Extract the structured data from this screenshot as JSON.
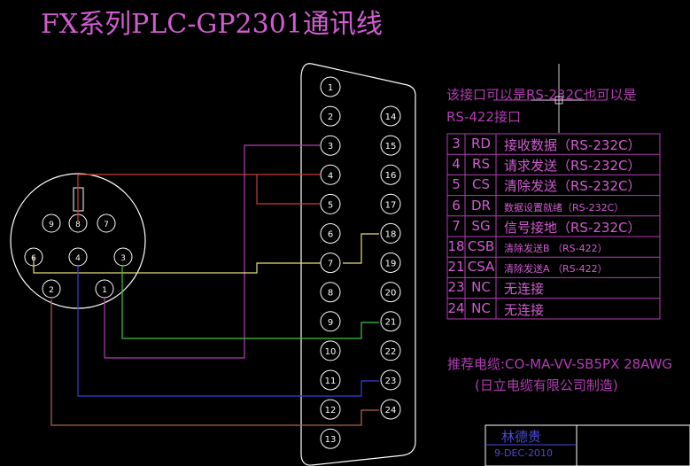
{
  "title": "FX系列PLC-GP2301通讯线",
  "description": {
    "line1": "该接口可以是RS-232C也可以是",
    "line2": "RS-422接口"
  },
  "signal_table": [
    {
      "pin": "3",
      "signal": "RD",
      "desc": "接收数据（RS-232C）",
      "small": false
    },
    {
      "pin": "4",
      "signal": "RS",
      "desc": "请求发送（RS-232C）",
      "small": false
    },
    {
      "pin": "5",
      "signal": "CS",
      "desc": "清除发送（RS-232C）",
      "small": false
    },
    {
      "pin": "6",
      "signal": "DR",
      "desc": "数据设置就绪（RS-232C）",
      "small": true
    },
    {
      "pin": "7",
      "signal": "SG",
      "desc": "信号接地（RS-232C）",
      "small": false
    },
    {
      "pin": "18",
      "signal": "CSB",
      "desc": "清除发送B （RS-422）",
      "small": true
    },
    {
      "pin": "21",
      "signal": "CSA",
      "desc": "清除发送A （RS-422）",
      "small": true
    },
    {
      "pin": "23",
      "signal": "NC",
      "desc": "无连接",
      "small": false
    },
    {
      "pin": "24",
      "signal": "NC",
      "desc": "无连接",
      "small": false
    }
  ],
  "recommendation": {
    "line1": "推荐电缆:CO-MA-VV-SB5PX 28AWG",
    "line2": "(日立电缆有限公司制造)"
  },
  "title_block": {
    "name": "林德贵",
    "date": "9-DEC-2010"
  },
  "db25_pins": {
    "left": [
      "1",
      "2",
      "3",
      "4",
      "5",
      "6",
      "7",
      "8",
      "9",
      "10",
      "11",
      "12",
      "13"
    ],
    "right": [
      "14",
      "15",
      "16",
      "17",
      "18",
      "19",
      "20",
      "21",
      "22",
      "23",
      "24"
    ]
  },
  "din8_pins": [
    "9",
    "8",
    "7",
    "6",
    "4",
    "3",
    "2",
    "1"
  ],
  "colors": {
    "background": "#000000",
    "title": "#d15cd1",
    "outline": "#ffffff",
    "wire_red": "#c83c3c",
    "wire_magenta": "#b43cb4",
    "wire_yellow": "#e6dc78",
    "wire_green": "#3cc83c",
    "wire_blue": "#3c3cdc",
    "wire_brown": "#b4644b",
    "title_block": "#4a4ad8"
  }
}
